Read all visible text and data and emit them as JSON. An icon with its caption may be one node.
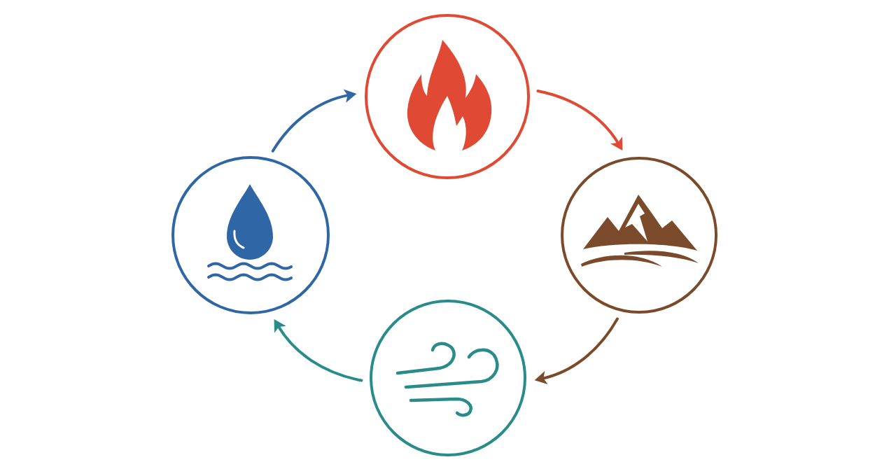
{
  "diagram": {
    "nodes": [
      {
        "text": [],
        "shape": "circle"
      },
      {
        "text": [],
        "shape": "circle"
      },
      {
        "text": [],
        "shape": "circle"
      },
      {
        "text": [],
        "shape": "circle"
      }
    ],
    "edges": [
      {
        "from": 1,
        "to": 0,
        "arrow": "to",
        "color": "#2f66a6"
      },
      {
        "from": 0,
        "to": 2,
        "arrow": "to",
        "color": "#e04a35"
      },
      {
        "from": 2,
        "to": 3,
        "arrow": "to",
        "color": "#7b4a2a"
      },
      {
        "from": 3,
        "to": 1,
        "arrow": "to",
        "color": "#2a8c8a"
      }
    ]
  }
}
